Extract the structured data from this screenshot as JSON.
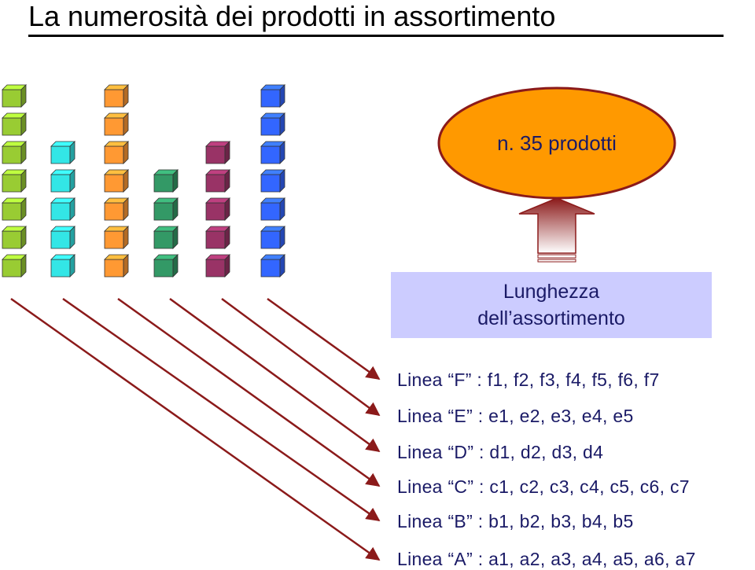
{
  "title": "La numerosità dei prodotti in assortimento",
  "ellipse_label": "n. 35 prodotti",
  "box": {
    "line1": "Lunghezza",
    "line2": "dell’assortimento"
  },
  "rows": [
    {
      "text": "Linea “F” : f1, f2, f3, f4, f5, f6, f7"
    },
    {
      "text": "Linea “E” : e1, e2, e3, e4, e5"
    },
    {
      "text": "Linea “D” : d1, d2, d3, d4"
    },
    {
      "text": "Linea “C” : c1, c2, c3, c4, c5, c6, c7"
    },
    {
      "text": "Linea “B” : b1, b2, b3, b4, b5"
    },
    {
      "text": "Linea “A” : a1, a2, a3, a4, a5, a6, a7"
    }
  ],
  "columns": [
    {
      "name": "A",
      "count": 7,
      "color": "#99cc33"
    },
    {
      "name": "B",
      "count": 5,
      "color": "#33e6e6"
    },
    {
      "name": "C",
      "count": 7,
      "color": "#ff9933"
    },
    {
      "name": "D",
      "count": 4,
      "color": "#339966"
    },
    {
      "name": "E",
      "count": 5,
      "color": "#993366"
    },
    {
      "name": "F",
      "count": 7,
      "color": "#3366ff"
    }
  ],
  "colors": {
    "arrow_lines": "#8b1a1a",
    "ellipse_fill": "#ff9900",
    "box_fill": "#ccccff",
    "text": "#1a1a66"
  }
}
